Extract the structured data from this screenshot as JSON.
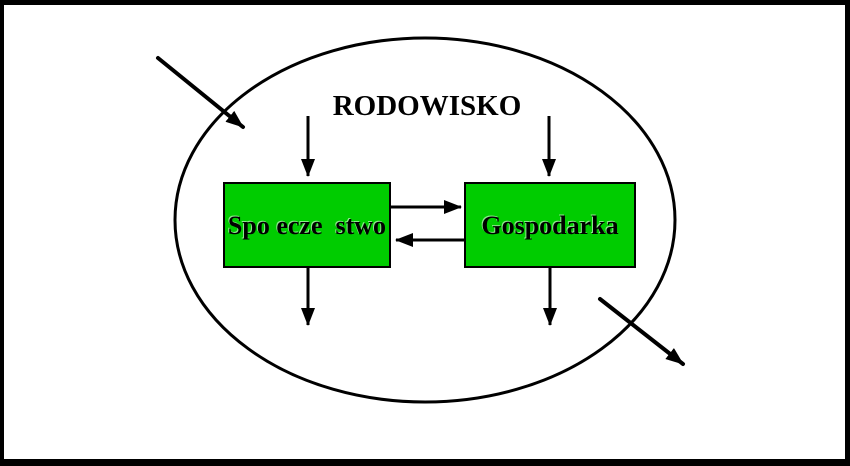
{
  "diagram": {
    "title": "RODOWISKO",
    "boxes": {
      "society": {
        "label": "Spo ecze  stwo"
      },
      "economy": {
        "label": "Gospodarka"
      }
    },
    "arrows": [
      {
        "name": "external-inflow-arrow",
        "meaning": "flow entering the environment ellipse from top-left"
      },
      {
        "name": "environment-to-society-arrow",
        "meaning": "downward arrow from environment into society box"
      },
      {
        "name": "environment-to-economy-arrow",
        "meaning": "downward arrow from environment into economy box"
      },
      {
        "name": "society-to-economy-arrow",
        "meaning": "right arrow from society to economy"
      },
      {
        "name": "economy-to-society-arrow",
        "meaning": "left arrow from economy to society"
      },
      {
        "name": "society-to-environment-arrow",
        "meaning": "downward arrow leaving society box"
      },
      {
        "name": "economy-to-environment-arrow",
        "meaning": "downward arrow leaving economy box"
      },
      {
        "name": "external-outflow-arrow",
        "meaning": "flow exiting the environment ellipse at bottom-right"
      }
    ]
  },
  "colors": {
    "box_fill": "#00CC00",
    "line": "#000000",
    "background": "#FFFFFF"
  }
}
